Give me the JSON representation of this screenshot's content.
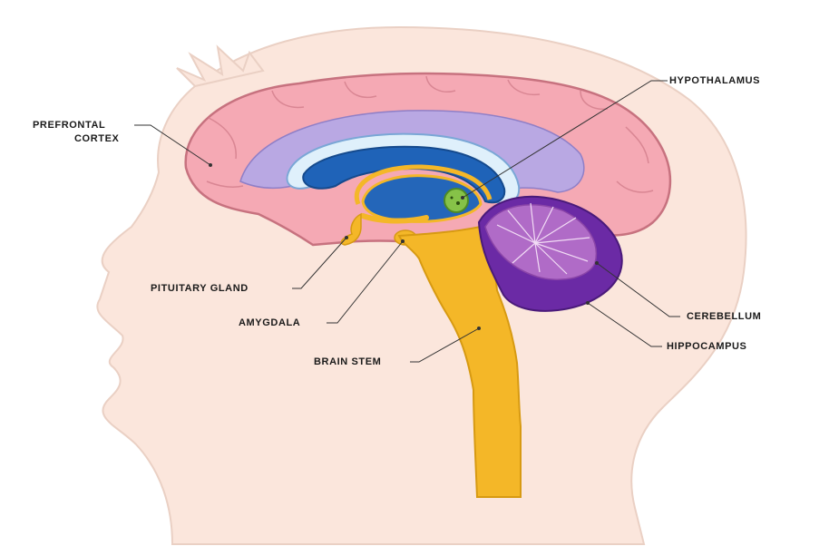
{
  "labels": {
    "prefrontal_cortex_line1": "PREFRONTAL",
    "prefrontal_cortex_line2": "CORTEX",
    "hypothalamus": "HYPOTHALAMUS",
    "pituitary_gland": "PITUITARY GLAND",
    "amygdala": "AMYGDALA",
    "brain_stem": "BRAIN STEM",
    "cerebellum": "CEREBELLUM",
    "hippocampus": "HIPPOCAMPUS"
  },
  "colors": {
    "skin": "#fbe6dc",
    "skin_outline": "#e9c9bd",
    "cortex": "#f5a9b4",
    "cortex_outline": "#c7727f",
    "lateral_band": "#b9a8e3",
    "corpus_callosum": "#dff0fb",
    "ventricle": "#1f63b8",
    "limbic": "#f4b728",
    "hypothalamus": "#86c248",
    "cerebellum": "#6b2aa5",
    "cerebellum_light": "#b06bc7",
    "leader_line": "#333333"
  }
}
